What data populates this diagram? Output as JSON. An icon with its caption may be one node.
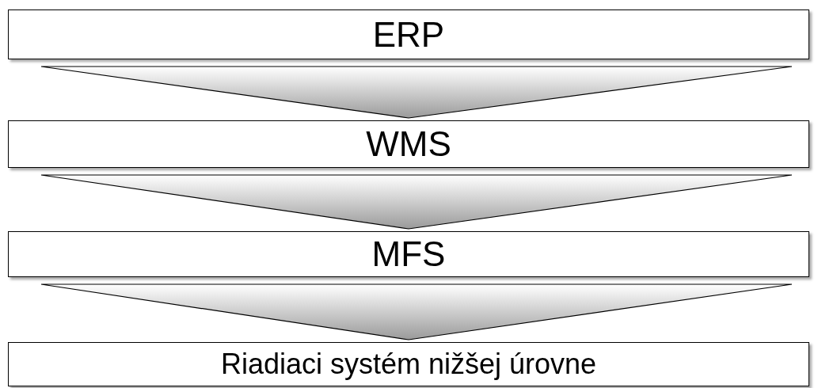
{
  "diagram": {
    "nodes": [
      {
        "text": [
          "ERP"
        ]
      },
      {
        "text": [
          "WMS"
        ]
      },
      {
        "text": [
          "MFS"
        ]
      },
      {
        "text": [
          "Riadiaci systém nižšej úrovne"
        ]
      }
    ],
    "edges": [
      {
        "from": 0,
        "to": 1,
        "arrow": "to"
      },
      {
        "from": 1,
        "to": 2,
        "arrow": "to"
      },
      {
        "from": 2,
        "to": 3,
        "arrow": "to"
      }
    ]
  }
}
